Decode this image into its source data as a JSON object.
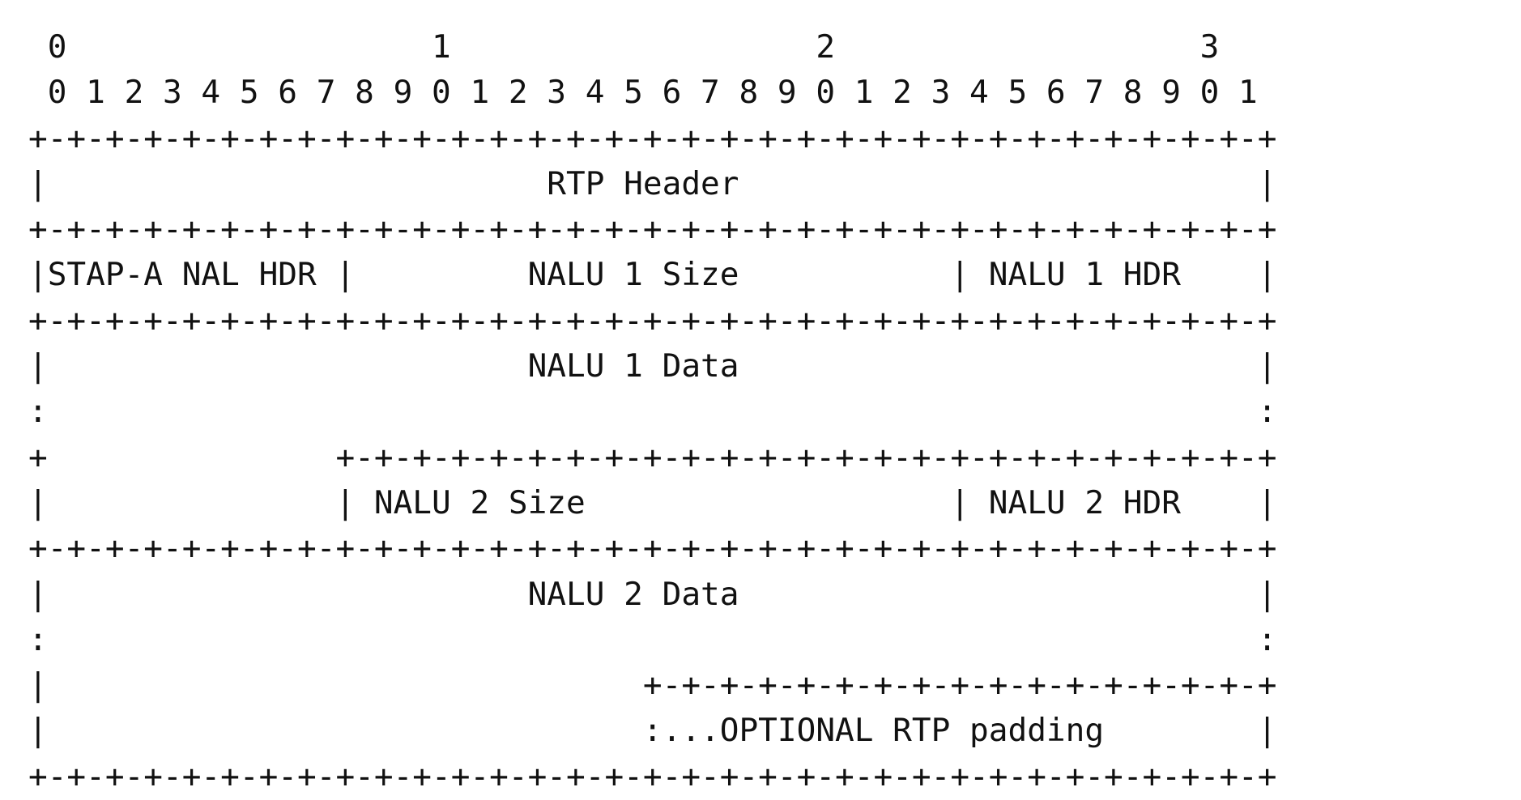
{
  "diagram": {
    "lines": [
      " 0                   1                   2                   3",
      " 0 1 2 3 4 5 6 7 8 9 0 1 2 3 4 5 6 7 8 9 0 1 2 3 4 5 6 7 8 9 0 1",
      "+-+-+-+-+-+-+-+-+-+-+-+-+-+-+-+-+-+-+-+-+-+-+-+-+-+-+-+-+-+-+-+-+",
      "|                          RTP Header                           |",
      "+-+-+-+-+-+-+-+-+-+-+-+-+-+-+-+-+-+-+-+-+-+-+-+-+-+-+-+-+-+-+-+-+",
      "|STAP-A NAL HDR |         NALU 1 Size           | NALU 1 HDR    |",
      "+-+-+-+-+-+-+-+-+-+-+-+-+-+-+-+-+-+-+-+-+-+-+-+-+-+-+-+-+-+-+-+-+",
      "|                         NALU 1 Data                           |",
      ":                                                               :",
      "+               +-+-+-+-+-+-+-+-+-+-+-+-+-+-+-+-+-+-+-+-+-+-+-+-+",
      "|               | NALU 2 Size                   | NALU 2 HDR    |",
      "+-+-+-+-+-+-+-+-+-+-+-+-+-+-+-+-+-+-+-+-+-+-+-+-+-+-+-+-+-+-+-+-+",
      "|                         NALU 2 Data                           |",
      ":                                                               :",
      "|                               +-+-+-+-+-+-+-+-+-+-+-+-+-+-+-+-+",
      "|                               :...OPTIONAL RTP padding        |",
      "+-+-+-+-+-+-+-+-+-+-+-+-+-+-+-+-+-+-+-+-+-+-+-+-+-+-+-+-+-+-+-+-+"
    ]
  }
}
